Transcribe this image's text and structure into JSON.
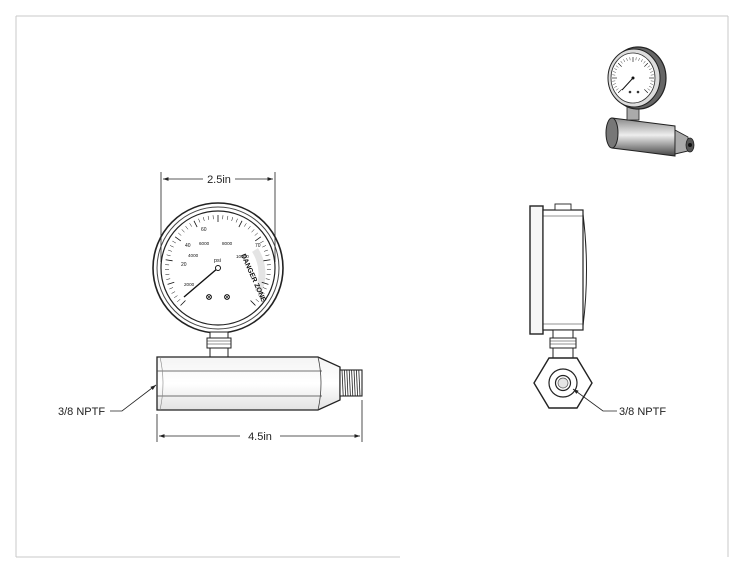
{
  "dimensions": {
    "gauge_diameter": "2.5in",
    "body_length": "4.5in"
  },
  "callouts": {
    "front_port": "3/8 NPTF",
    "side_port": "3/8 NPTF"
  },
  "dial": {
    "unit": "psi",
    "inner_scale": [
      "2000",
      "4000",
      "6000",
      "8000",
      "10000"
    ],
    "outer_scale": [
      "20",
      "40",
      "60",
      "70"
    ],
    "warning_text": "DANGER ZONE"
  }
}
